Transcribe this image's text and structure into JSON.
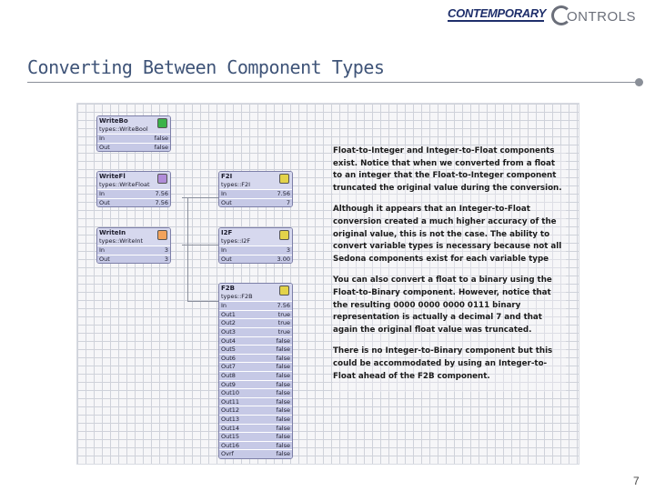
{
  "logo": {
    "brand_part1": "CONTEMPORARY",
    "brand_part2": "ONTROLS"
  },
  "title": "Converting Between Component Types",
  "page_number": "7",
  "components": {
    "writebool": {
      "name": "WriteBo",
      "type": "types::WriteBool",
      "rows": [
        {
          "label": "In",
          "value": "false"
        },
        {
          "label": "Out",
          "value": "false"
        }
      ],
      "icon": "green-status-icon",
      "icon_color": "#3bb34a"
    },
    "writefloat": {
      "name": "WriteFl",
      "type": "types::WriteFloat",
      "rows": [
        {
          "label": "In",
          "value": "7.56"
        },
        {
          "label": "Out",
          "value": "7.56"
        }
      ],
      "icon": "purple-status-icon",
      "icon_color": "#b08cd8"
    },
    "writeint": {
      "name": "WriteIn",
      "type": "types::WriteInt",
      "rows": [
        {
          "label": "In",
          "value": "3"
        },
        {
          "label": "Out",
          "value": "3"
        }
      ],
      "icon": "orange-status-icon",
      "icon_color": "#f2a35c"
    },
    "f2i": {
      "name": "F2I",
      "type": "types::F2I",
      "rows": [
        {
          "label": "In",
          "value": "7.56"
        },
        {
          "label": "Out",
          "value": "7"
        }
      ],
      "icon": "yellow-status-icon",
      "icon_color": "#e3d34a"
    },
    "i2f": {
      "name": "I2F",
      "type": "types::I2F",
      "rows": [
        {
          "label": "In",
          "value": "3"
        },
        {
          "label": "Out",
          "value": "3.00"
        }
      ],
      "icon": "yellow-status-icon",
      "icon_color": "#e3d34a"
    },
    "f2b": {
      "name": "F2B",
      "type": "types::F2B",
      "rows": [
        {
          "label": "In",
          "value": "7.56"
        },
        {
          "label": "Out1",
          "value": "true"
        },
        {
          "label": "Out2",
          "value": "true"
        },
        {
          "label": "Out3",
          "value": "true"
        },
        {
          "label": "Out4",
          "value": "false"
        },
        {
          "label": "Out5",
          "value": "false"
        },
        {
          "label": "Out6",
          "value": "false"
        },
        {
          "label": "Out7",
          "value": "false"
        },
        {
          "label": "Out8",
          "value": "false"
        },
        {
          "label": "Out9",
          "value": "false"
        },
        {
          "label": "Out10",
          "value": "false"
        },
        {
          "label": "Out11",
          "value": "false"
        },
        {
          "label": "Out12",
          "value": "false"
        },
        {
          "label": "Out13",
          "value": "false"
        },
        {
          "label": "Out14",
          "value": "false"
        },
        {
          "label": "Out15",
          "value": "false"
        },
        {
          "label": "Out16",
          "value": "false"
        },
        {
          "label": "Ovrf",
          "value": "false"
        }
      ],
      "icon": "yellow-status-icon",
      "icon_color": "#e3d34a"
    }
  },
  "notes": [
    "Float-to-Integer and Integer-to-Float components exist. Notice that when we converted from a float to an integer that the Float-to-Integer component truncated the original value during the conversion.",
    "Although it appears that an Integer-to-Float conversion created a much higher accuracy of the original value, this is not the case. The ability to convert variable types is necessary because not all Sedona components exist for each variable type",
    "You can also convert a float to a binary using the Float-to-Binary component. However, notice that the resulting 0000 0000 0000 0111 binary representation is actually a decimal 7 and that again the original float value was truncated.",
    "There is no Integer-to-Binary component but this could be accommodated by using an Integer-to-Float ahead of the F2B component."
  ]
}
